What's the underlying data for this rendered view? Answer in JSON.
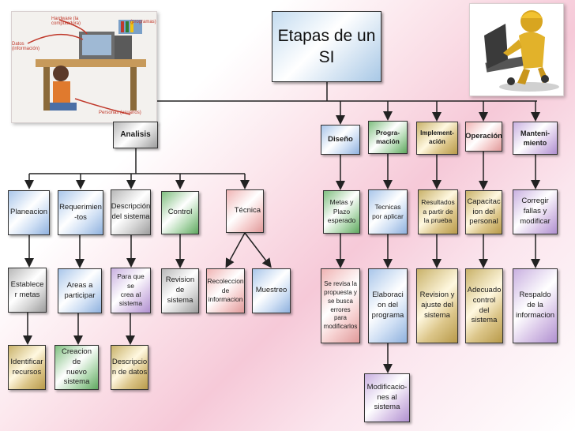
{
  "title": [
    "Etapas de un",
    "SI"
  ],
  "illustration": {
    "hardware": "Hardware (la computadora)",
    "programs": "(programas)",
    "data": "Datos (información)",
    "people": "Personas (usuarios)"
  },
  "nodes": {
    "analisis": "Analisis",
    "planeacion": "Planeacion",
    "requerimientos": "Requerimien\n-tos",
    "descripcion_sistema": "Descripción\ndel sistema",
    "control": "Control",
    "tecnica": "Técnica",
    "establecer_metas": "Establece\nr metas",
    "areas_participar": "Areas a\nparticipar",
    "para_que_se_crea": "Para que se\ncrea al\nsistema",
    "revision_sistema": "Revision\nde sistema",
    "recoleccion": "Recoleccion\nde\ninformacion",
    "muestreo": "Muestreo",
    "identificar_recursos": "Identificar\nrecursos",
    "creacion_nuevo": "Creacion de\nnuevo\nsistema",
    "descripcion_datos": "Descripcio\nn de datos",
    "diseno": "Diseño",
    "programacion": "Progra-\nmación",
    "implementacion": "Implement-\nación",
    "operacion": "Operación",
    "mantenimiento": "Manteni-\nmiento",
    "metas_plazo": "Metas y\nPlazo\nesperado",
    "tecnicas_aplicar": "Tecnicas\npor aplicar",
    "resultados": "Resultados\na partir de\nla prueba",
    "capacitacion": "Capacitac\nion del\npersonal",
    "corregir": "Corregir\nfallas y\nmodificar",
    "se_revisa": "Se revisa la\npropuesta y\nse busca\nerrores para\nmodificarlos",
    "elaboracion": "Elaboraci\non del\nprograma",
    "revision_ajuste": "Revision y\najuste del\nsistema",
    "adecuado_control": "Adecuado\ncontrol del\nsistema",
    "respaldo": "Respaldo\nde la\ninformacion",
    "modificaciones": "Modificacio-\nnes al\nsistema"
  }
}
